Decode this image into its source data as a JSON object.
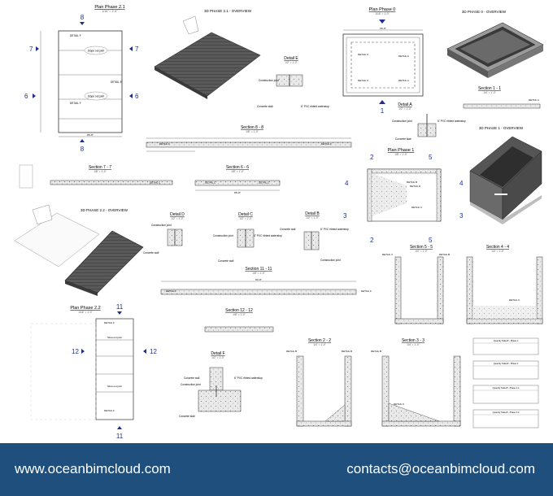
{
  "views": {
    "plan_phase_21": {
      "title": "Plan Phase 2.1",
      "scale": "1/16\" = 1'-0\"",
      "detail_f_top": "DETAIL F",
      "detail_f_bottom": "DETAIL F",
      "detail_e": "DETAIL E",
      "note_1": "Slope out joint",
      "note_2": "Slope out joint",
      "dim_width": "86'-8\"",
      "grid_1": "7",
      "grid_2": "6",
      "grid_3": "8"
    },
    "phase21_overview": {
      "title": "3D PHASE 2.1 - OVERVIEW"
    },
    "plan_phase_0": {
      "title": "Plan Phase 0",
      "scale": "1/16\" = 1'-0\"",
      "detail_a": "DETAIL A",
      "grid_1": "1",
      "dim_width": "66'-8\""
    },
    "phase0_overview": {
      "title": "3D PHASE 0 - OVERVIEW"
    },
    "detail_e": {
      "title": "Detail E",
      "scale": "1/2\" = 1'-0\"",
      "label_1": "Construction joint",
      "label_2": "Concrete slab",
      "label_3": "6\" PVC ribbed waterstop"
    },
    "detail_a": {
      "title": "Detail A",
      "scale": "1/2\" = 1'-0\"",
      "label_1": "Construction joint",
      "label_2": "6\" PVC ribbed waterstop",
      "label_3": "Concrete slab"
    },
    "section_11": {
      "title": "Section 1 - 1",
      "scale": "1/4\" = 1'-0\"",
      "detail": "DETAIL A"
    },
    "phase1_overview": {
      "title": "3D PHASE 1 - OVERVIEW"
    },
    "section_88": {
      "title": "Section 8 - 8",
      "scale": "1/8\" = 1'-0\"",
      "detail_f": "DETAIL F"
    },
    "section_77": {
      "title": "Section 7 - 7",
      "scale": "1/8\" = 1'-0\"",
      "detail_c": "DETAIL C"
    },
    "section_66": {
      "title": "Section 6 - 6",
      "scale": "1/8\" = 1'-0\"",
      "detail_c": "DETAIL C",
      "dim": "86'-8\""
    },
    "plan_phase_1": {
      "title": "Plan Phase 1",
      "scale": "1/8\" = 1'-0\"",
      "detail_d": "DETAIL D",
      "detail_c": "DETAIL C",
      "detail_b": "DETAIL B",
      "grid_2": "2",
      "grid_5": "5",
      "grid_4": "4",
      "grid_3": "3"
    },
    "phase22_overview": {
      "title": "3D PHASE 2.2 - OVERVIEW"
    },
    "detail_d": {
      "title": "Detail D",
      "scale": "1/2\" = 1'-0\"",
      "label_1": "Construction joint",
      "label_2": "Concrete wall"
    },
    "detail_c": {
      "title": "Detail C",
      "scale": "1/2\" = 1'-0\"",
      "label_1": "Construction joint",
      "label_2": "6\" PVC ribbed waterstop",
      "label_3": "Concrete wall"
    },
    "detail_b": {
      "title": "Detail B",
      "scale": "1/2\" = 1'-0\"",
      "label_1": "Concrete wall",
      "label_2": "6\" PVC ribbed waterstop",
      "label_3": "Construction joint"
    },
    "section_55": {
      "title": "Section 5 - 5",
      "scale": "1/4\" = 1'-0\"",
      "detail_c": "DETAIL C",
      "detail_b": "DETAIL B"
    },
    "section_44": {
      "title": "Section 4 - 4",
      "scale": "1/4\" = 1'-0\"",
      "detail_c": "DETAIL C"
    },
    "section_1111": {
      "title": "Section 11 - 11",
      "scale": "1/8\" = 1'-0\"",
      "detail_f": "DETAIL F",
      "dim": "84'-8\""
    },
    "plan_phase_22": {
      "title": "Plan Phase 2.2",
      "scale": "1/16\" = 1'-0\"",
      "grid_11": "11",
      "grid_12": "12",
      "note_1": "Slow-out joint",
      "note_2": "Slow-out joint",
      "detail_f": "DETAIL F"
    },
    "section_1212": {
      "title": "Section 12 - 12",
      "scale": "1/8\" = 1'-0\""
    },
    "detail_f": {
      "title": "Detail F",
      "scale": "1/2\" = 1'-0\"",
      "label_1": "Concrete wall",
      "label_2": "Construction joint",
      "label_3": "6\" PVC ribbed waterstop",
      "label_4": "Concrete slab"
    },
    "section_22": {
      "title": "Section 2 - 2",
      "scale": "1/4\" = 1'-0\"",
      "detail_b": "DETAIL B"
    },
    "section_33": {
      "title": "Section 3 - 3",
      "scale": "1/4\" = 1'-0\"",
      "detail_c": "DETAIL C",
      "detail_b": "DETAIL B"
    },
    "schedules": {
      "t1": "Quantity Takeoff - Phase 1",
      "t2": "Quantity Takeoff - Phase 2",
      "t3": "Quantity Takeoff - Phase 2.1",
      "t4": "Quantity Takeoff - Phase 2.2"
    }
  },
  "footer": {
    "website": "www.oceanbimcloud.com",
    "email": "contacts@oceanbimcloud.com"
  },
  "colors": {
    "footer_bg": "#1e4f7d",
    "callout_blue": "#1f2f8f",
    "concrete_dark": "#4a4a4a"
  }
}
